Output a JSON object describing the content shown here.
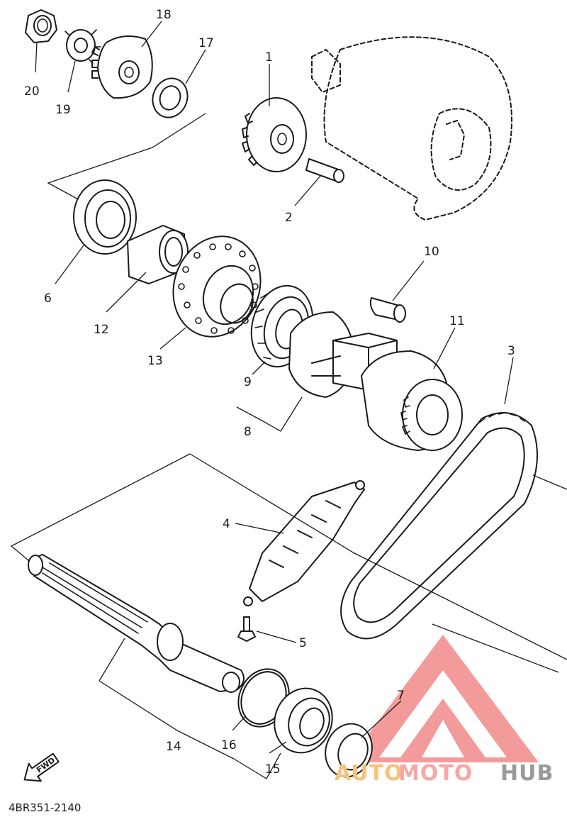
{
  "diagram": {
    "code": "4BR351-2140",
    "fwd_label": "FWD",
    "watermark": {
      "part1": "AUTO",
      "part2": "MOTO",
      "part3": "HUB",
      "colors": {
        "auto": "#f5c37a",
        "moto": "#f7a6a6",
        "hub": "#9a9a9a",
        "triangle": "#f28a8a"
      }
    },
    "callouts": [
      {
        "id": "1",
        "label": "1"
      },
      {
        "id": "2",
        "label": "2"
      },
      {
        "id": "3",
        "label": "3"
      },
      {
        "id": "4",
        "label": "4"
      },
      {
        "id": "5",
        "label": "5"
      },
      {
        "id": "6",
        "label": "6"
      },
      {
        "id": "7",
        "label": "7"
      },
      {
        "id": "8",
        "label": "8"
      },
      {
        "id": "9",
        "label": "9"
      },
      {
        "id": "10",
        "label": "10"
      },
      {
        "id": "11",
        "label": "11"
      },
      {
        "id": "12",
        "label": "12"
      },
      {
        "id": "13",
        "label": "13"
      },
      {
        "id": "14",
        "label": "14"
      },
      {
        "id": "15",
        "label": "15"
      },
      {
        "id": "16",
        "label": "16"
      },
      {
        "id": "17",
        "label": "17"
      },
      {
        "id": "18",
        "label": "18"
      },
      {
        "id": "19",
        "label": "19"
      },
      {
        "id": "20",
        "label": "20"
      }
    ]
  }
}
